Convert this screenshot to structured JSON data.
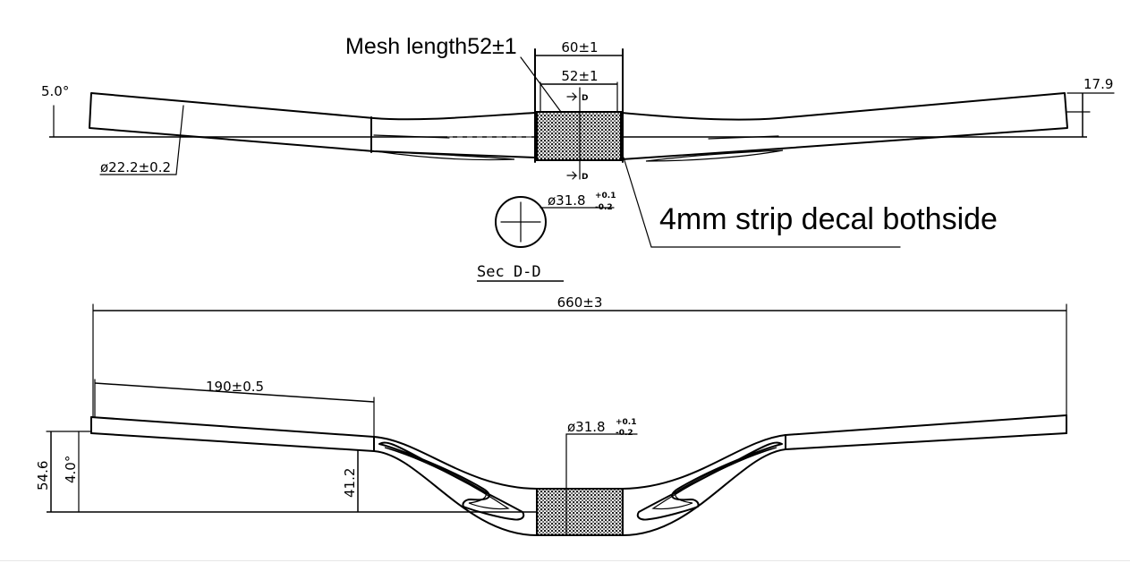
{
  "annotations": {
    "mesh_length": "Mesh length52±1",
    "strip_decal": "4mm strip decal bothside",
    "section_label": "Sec D-D",
    "section_tag": "D"
  },
  "top_view": {
    "mesh_outer_width": "60±1",
    "mesh_inner_width": "52±1",
    "sweep_angle": "5.0°",
    "rise": "17.9",
    "grip_diameter": "ø22.2±0.2",
    "section_diameter_base": "ø31.8",
    "section_diameter_tol_upper": "+0.1",
    "section_diameter_tol_lower": "-0.2"
  },
  "front_view": {
    "total_width": "660±3",
    "grip_length": "190±0.5",
    "clamp_diameter_base": "ø31.8",
    "clamp_diameter_tol_upper": "+0.1",
    "clamp_diameter_tol_lower": "-0.2",
    "total_rise": "54.6",
    "upsweep_angle": "4.0°",
    "center_rise": "41.2"
  }
}
